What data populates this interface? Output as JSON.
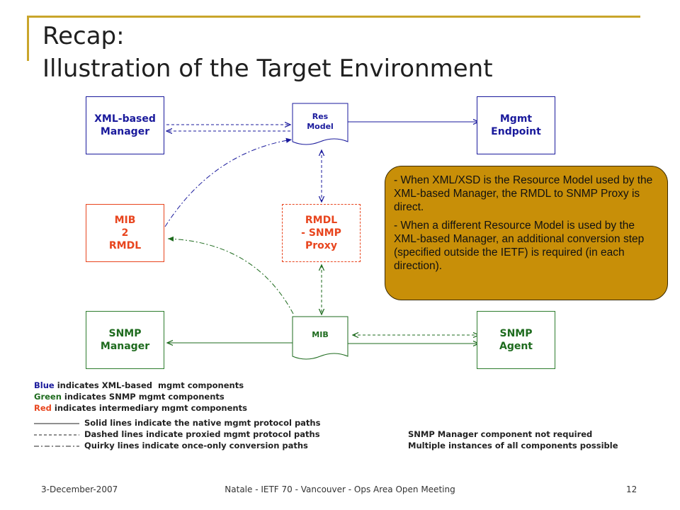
{
  "slide": {
    "title_line1": "Recap:",
    "title_line2": "Illustration of the Target Environment"
  },
  "nodes": {
    "xml_manager": [
      "XML-based",
      "Manager"
    ],
    "res_model": [
      "Res",
      "Model"
    ],
    "mgmt_endpoint": [
      "Mgmt",
      "Endpoint"
    ],
    "mib2rmdl": [
      "MIB",
      "2",
      "RMDL"
    ],
    "rmdl_proxy": [
      "RMDL",
      "- SNMP",
      "Proxy"
    ],
    "snmp_manager": [
      "SNMP",
      "Manager"
    ],
    "mib": "MIB",
    "snmp_agent": [
      "SNMP",
      "Agent"
    ]
  },
  "callout": {
    "para1": "- When XML/XSD is the Resource Model used by the XML-based Manager, the RMDL to SNMP Proxy is direct.",
    "para2": "- When a different Resource Model is used by the XML-based Manager, an additional conversion step (specified outside the IETF) is required (in each direction)."
  },
  "legend": {
    "blue_word": "Blue",
    "blue_rest": " indicates XML-based  mgmt components",
    "green_word": "Green",
    "green_rest": " indicates SNMP mgmt components",
    "red_word": "Red",
    "red_rest": " indicates intermediary mgmt components",
    "solid": "Solid lines indicate the native mgmt protocol paths",
    "dashed": "Dashed lines indicate proxied mgmt protocol paths",
    "quirky": "Quirky lines indicate once-only conversion paths",
    "note1": "SNMP Manager component not required",
    "note2": "Multiple instances of all components possible"
  },
  "colors": {
    "blue": "#1a1a9c",
    "green": "#1e6b1e",
    "red": "#e8451e",
    "callout": "#c88f08",
    "accent": "#c9a52b"
  },
  "footer": {
    "date": "3-December-2007",
    "center": "Natale - IETF 70 - Vancouver - Ops Area Open Meeting",
    "page": "12"
  }
}
